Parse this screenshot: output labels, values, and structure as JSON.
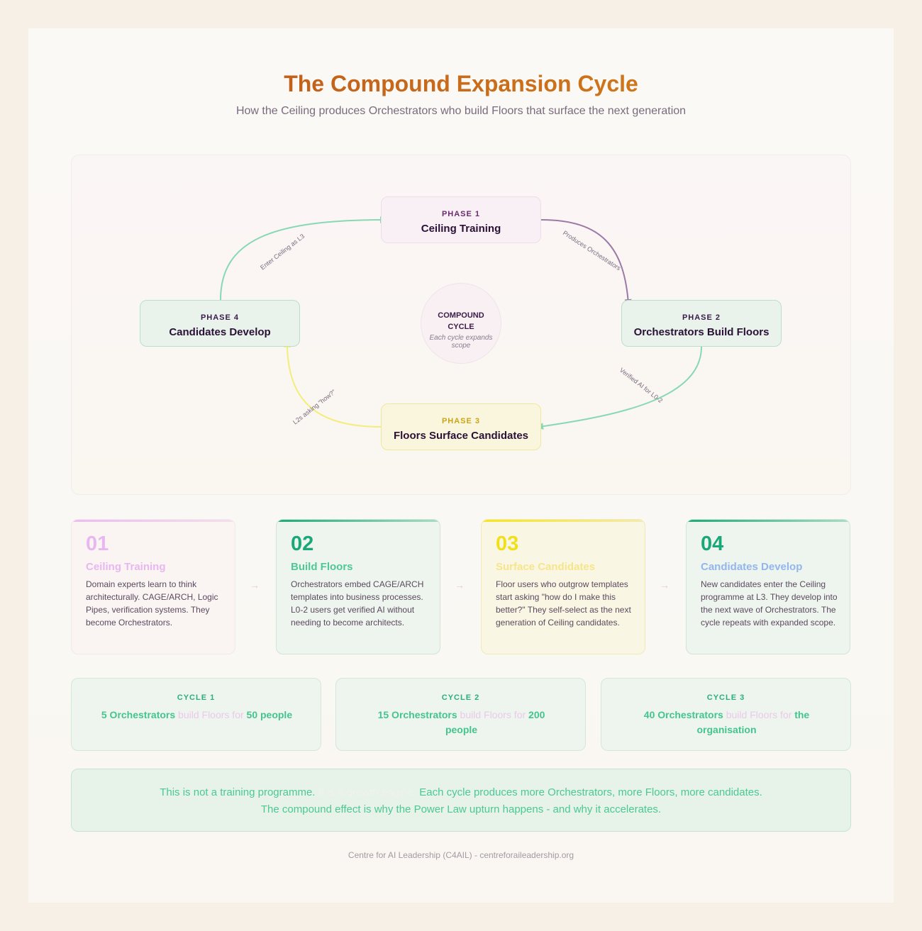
{
  "header": {
    "title": "The Compound Expansion Cycle",
    "subtitle": "How the Ceiling produces Orchestrators who build Floors that surface the next generation"
  },
  "diagram": {
    "nodes": [
      {
        "phase": "PHASE 1",
        "name": "Ceiling Training"
      },
      {
        "phase": "PHASE 2",
        "name": "Orchestrators Build Floors"
      },
      {
        "phase": "PHASE 3",
        "name": "Floors Surface Candidates"
      },
      {
        "phase": "PHASE 4",
        "name": "Candidates Develop"
      }
    ],
    "center": {
      "title_line1": "COMPOUND",
      "title_line2": "CYCLE",
      "caption": "Each cycle expands scope"
    },
    "edge_labels": {
      "p1_to_p2": "Produces Orchestrators",
      "p2_to_p3": "Verified AI for L0-2",
      "p3_to_p4": "L2s asking \"how?\"",
      "p4_to_p1": "Enter Ceiling as L3"
    },
    "colors": {
      "purple_arrow": "#9b7aa6",
      "green_arrow": "#88d8b4",
      "yellow_arrow": "#f3ee7a"
    }
  },
  "steps": [
    {
      "num": "01",
      "heading": "Ceiling Training",
      "text": "Domain experts learn to think architecturally. CAGE/ARCH, Logic Pipes, verification systems. They become Orchestrators."
    },
    {
      "num": "02",
      "heading": "Build Floors",
      "text": "Orchestrators embed CAGE/ARCH templates into business processes. L0-2 users get verified AI without needing to become architects."
    },
    {
      "num": "03",
      "heading": "Surface Candidates",
      "text": "Floor users who outgrow templates start asking \"how do I make this better?\" They self-select as the next generation of Ceiling candidates."
    },
    {
      "num": "04",
      "heading": "Candidates Develop",
      "text": "New candidates enter the Ceiling programme at L3. They develop into the next wave of Orchestrators. The cycle repeats with expanded scope."
    }
  ],
  "step_arrow": "→",
  "cycles": [
    {
      "label": "CYCLE 1",
      "a": "5 Orchestrators",
      "mid": "build Floors for",
      "b": "50 people"
    },
    {
      "label": "CYCLE 2",
      "a": "15 Orchestrators",
      "mid": "build Floors for",
      "b": "200 people"
    },
    {
      "label": "CYCLE 3",
      "a": "40 Orchestrators",
      "mid": "build Floors for",
      "b": "the organisation"
    }
  ],
  "banner": {
    "part1": "This is not a training programme.",
    "part2": "It is a growth engine.",
    "part3": "Each cycle produces more Orchestrators, more Floors, more candidates.",
    "line2": "The compound effect is why the Power Law upturn happens - and why it accelerates."
  },
  "footer": "Centre for AI Leadership (C4AIL) - centreforaileadership.org"
}
